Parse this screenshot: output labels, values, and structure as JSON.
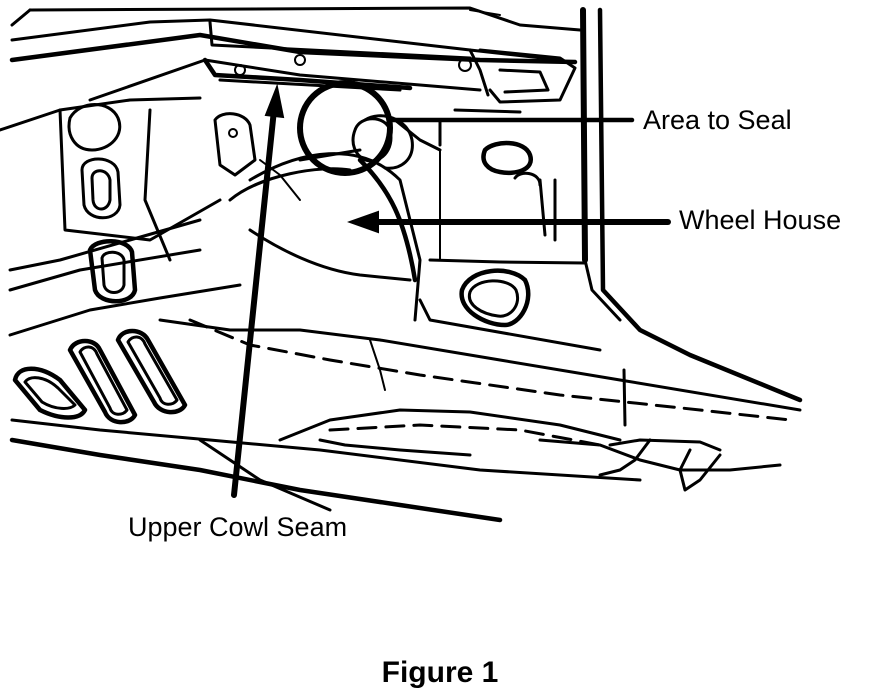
{
  "callouts": {
    "area_to_seal": "Area to Seal",
    "wheel_house": "Wheel House",
    "upper_cowl_seam": "Upper Cowl Seam"
  },
  "caption": "Figure 1",
  "colors": {
    "ink": "#000000",
    "background": "#ffffff"
  }
}
